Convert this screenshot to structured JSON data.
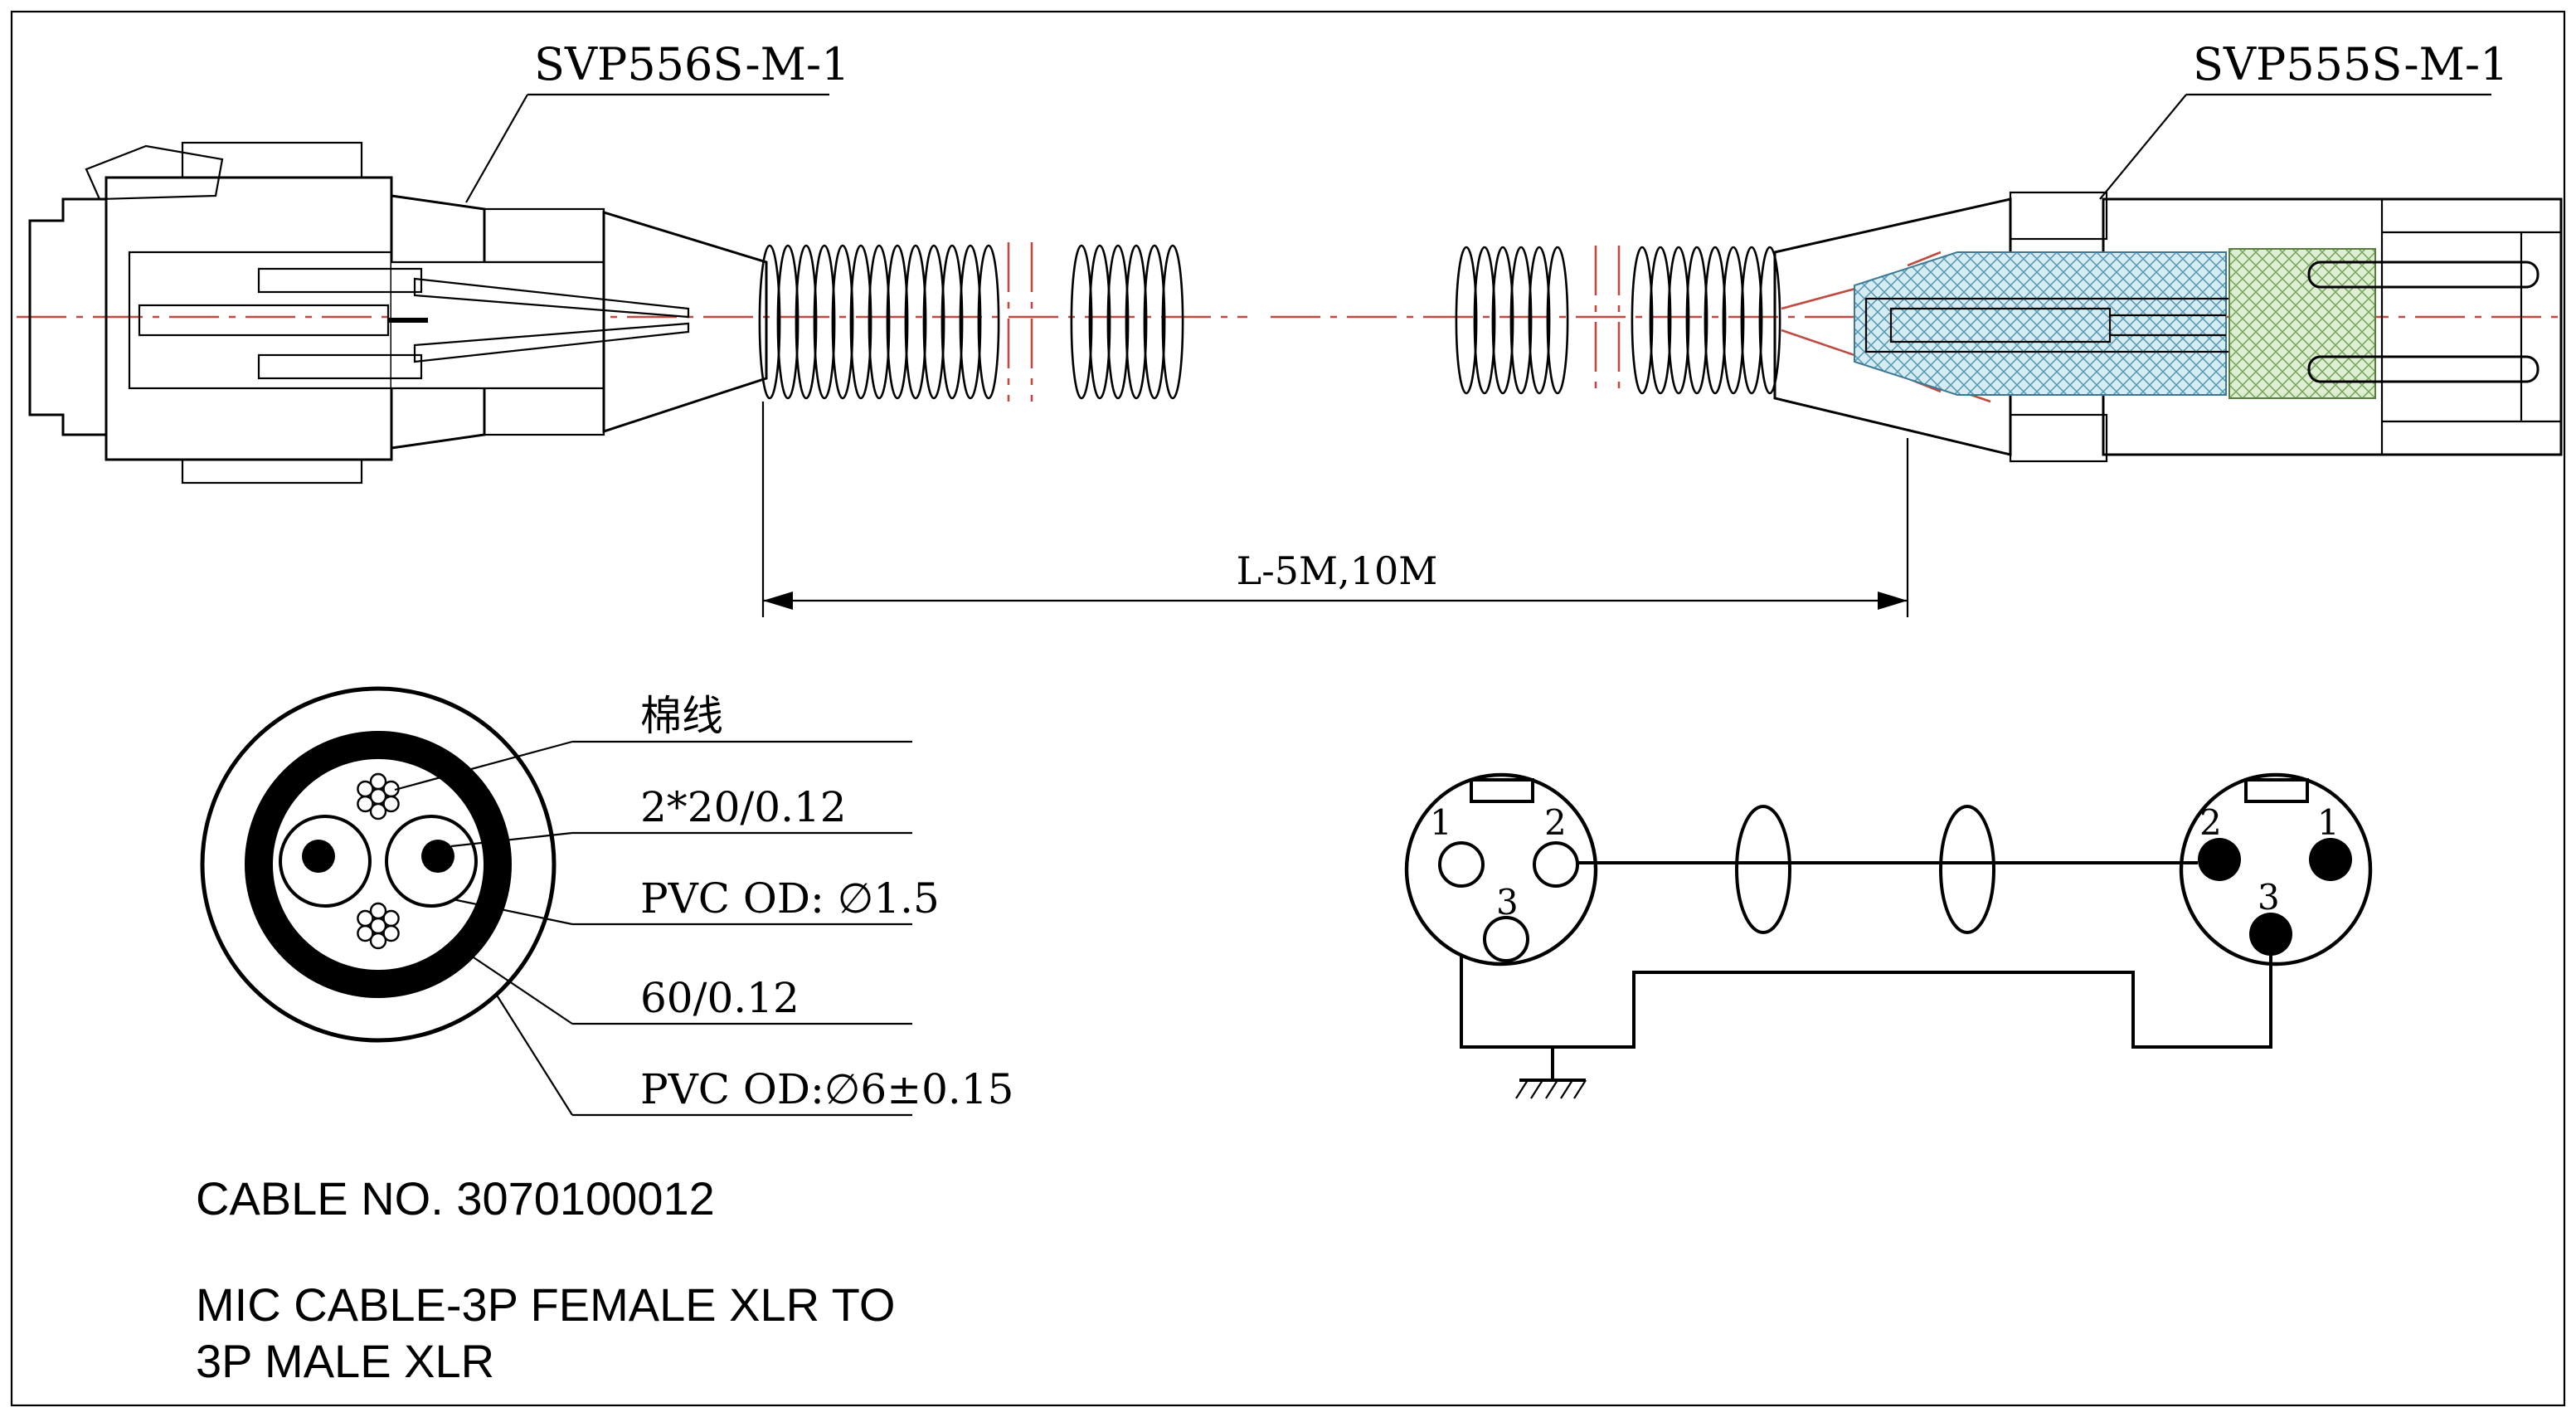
{
  "connectors": {
    "left_label": "SVP556S-M-1",
    "right_label": "SVP555S-M-1"
  },
  "dimension": {
    "length_label": "L-5M,10M"
  },
  "cable_section": {
    "labels": [
      "棉线",
      "2*20/0.12",
      "PVC OD: ∅1.5",
      "60/0.12",
      "PVC OD:∅6±0.15"
    ]
  },
  "footer": {
    "cable_no": "CABLE NO. 3070100012",
    "description_line1": "MIC CABLE-3P FEMALE XLR TO",
    "description_line2": "3P MALE XLR"
  },
  "schematic": {
    "left": {
      "pin1": "1",
      "pin2": "2",
      "pin3": "3"
    },
    "right": {
      "pin1": "1",
      "pin2": "2",
      "pin3": "3"
    }
  },
  "colors": {
    "line": "#000000",
    "centerline_red": "#bf4a40",
    "insert_blue": "#d6ecf3",
    "insert_green": "#ddeed2"
  }
}
